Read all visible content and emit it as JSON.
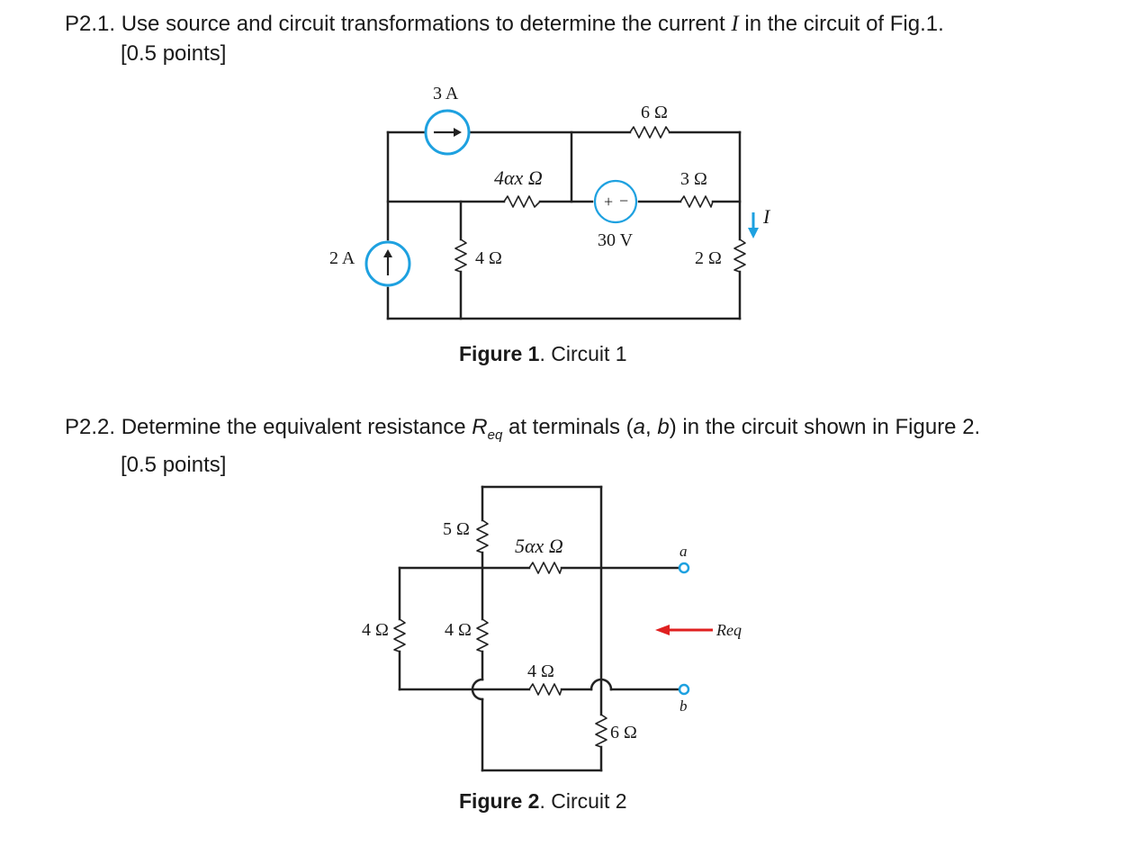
{
  "problem1": {
    "number": "P2.1.",
    "text": "Use source and circuit transformations to determine the current",
    "variable": "I",
    "text_end": "in the circuit of Fig.1.",
    "points": "[0.5 points]"
  },
  "figure1": {
    "caption_bold": "Figure 1",
    "caption_rest": ". Circuit 1",
    "labels": {
      "source_3a": "3 A",
      "source_2a": "2 A",
      "r_6": "6 Ω",
      "r_4ax": "4αx Ω",
      "r_3": "3 Ω",
      "r_4": "4 Ω",
      "r_2": "2 Ω",
      "v_30": "30 V",
      "current_i": "I"
    }
  },
  "problem2": {
    "number": "P2.2.",
    "text": "Determine the equivalent resistance",
    "req": "R",
    "req_sub": "eq",
    "text_mid": "at terminals (",
    "term_a": "a",
    "comma": ", ",
    "term_b": "b",
    "text_end": ") in the circuit shown in Figure 2.",
    "points": "[0.5 points]"
  },
  "figure2": {
    "caption_bold": "Figure 2",
    "caption_rest": ". Circuit 2",
    "labels": {
      "r_5": "5 Ω",
      "r_5ax": "5αx Ω",
      "r_4_left": "4 Ω",
      "r_4_mid": "4 Ω",
      "r_4_bottom": "4 Ω",
      "r_6": "6 Ω",
      "terminal_a": "a",
      "terminal_b": "b",
      "req": "Req"
    }
  },
  "colors": {
    "source_blue": "#1ea1e0",
    "arrow_red": "#e02020",
    "terminal_blue": "#1ea1e0",
    "wire": "#222222"
  }
}
